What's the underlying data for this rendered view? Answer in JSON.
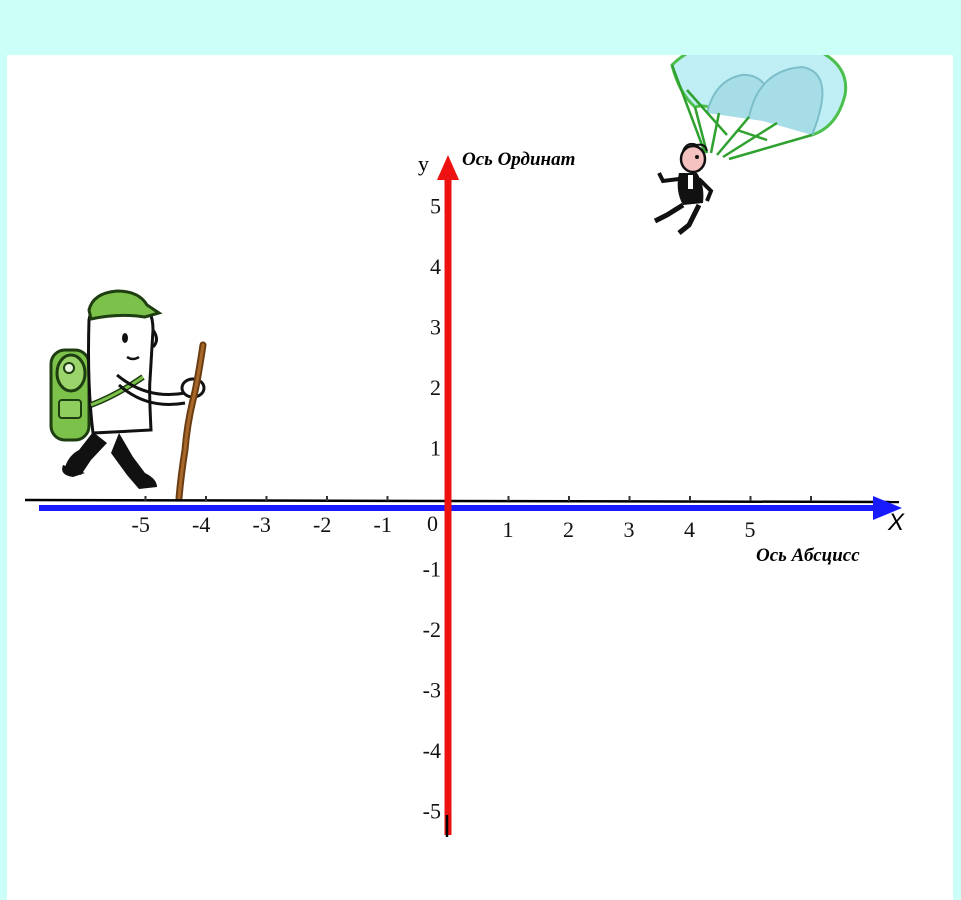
{
  "colors": {
    "frame": "#ccfff7",
    "panel": "#ffffff",
    "x_axis": "#1a1aff",
    "y_axis": "#ee1111",
    "base_line": "#000000"
  },
  "axes": {
    "x_letter": "X",
    "y_letter": "y",
    "x_title": "Ось Абсцисс",
    "y_title": "Ось Ординат",
    "origin_label": "0"
  },
  "x_ticks": [
    {
      "value": -5,
      "label": "-5"
    },
    {
      "value": -4,
      "label": "-4"
    },
    {
      "value": -3,
      "label": "-3"
    },
    {
      "value": -2,
      "label": "-2"
    },
    {
      "value": -1,
      "label": "-1"
    },
    {
      "value": 1,
      "label": "1"
    },
    {
      "value": 2,
      "label": "2"
    },
    {
      "value": 3,
      "label": "3"
    },
    {
      "value": 4,
      "label": "4"
    },
    {
      "value": 5,
      "label": "5"
    }
  ],
  "y_ticks": [
    {
      "value": 5,
      "label": "5"
    },
    {
      "value": 4,
      "label": "4"
    },
    {
      "value": 3,
      "label": "3"
    },
    {
      "value": 2,
      "label": "2"
    },
    {
      "value": 1,
      "label": "1"
    },
    {
      "value": -1,
      "label": "-1"
    },
    {
      "value": -2,
      "label": "-2"
    },
    {
      "value": -3,
      "label": "-3"
    },
    {
      "value": -4,
      "label": "-4"
    },
    {
      "value": -5,
      "label": "-5"
    }
  ],
  "illustrations": [
    {
      "name": "hiker-illustration",
      "description_icon": "hiker-with-backpack-icon"
    },
    {
      "name": "parachutist-illustration",
      "description_icon": "parachutist-icon"
    }
  ]
}
